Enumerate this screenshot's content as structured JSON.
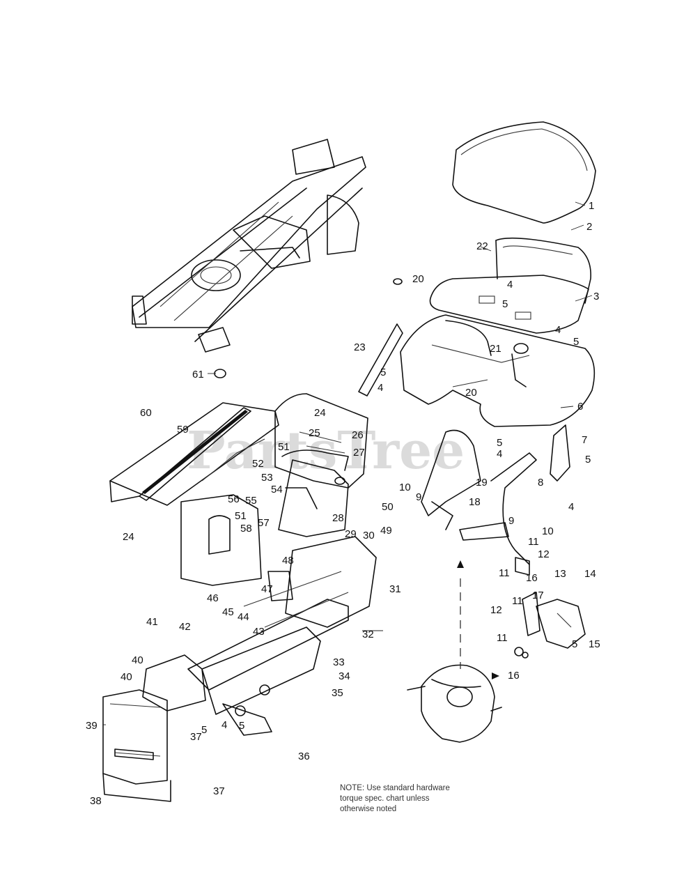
{
  "watermark": "PartsTree",
  "note": {
    "line1": "NOTE: Use standard hardware",
    "line2": "torque spec. chart unless",
    "line3": "otherwise noted"
  },
  "callouts": [
    {
      "id": "c1",
      "text": "1"
    },
    {
      "id": "c2",
      "text": "2"
    },
    {
      "id": "c3",
      "text": "3"
    },
    {
      "id": "c4a",
      "text": "4"
    },
    {
      "id": "c5a",
      "text": "5"
    },
    {
      "id": "c4b",
      "text": "4"
    },
    {
      "id": "c5b",
      "text": "5"
    },
    {
      "id": "c20a",
      "text": "20"
    },
    {
      "id": "c22",
      "text": "22"
    },
    {
      "id": "c21",
      "text": "21"
    },
    {
      "id": "c23",
      "text": "23"
    },
    {
      "id": "c5c",
      "text": "5"
    },
    {
      "id": "c4c",
      "text": "4"
    },
    {
      "id": "c20b",
      "text": "20"
    },
    {
      "id": "c6",
      "text": "6"
    },
    {
      "id": "c5d",
      "text": "5"
    },
    {
      "id": "c4d",
      "text": "4"
    },
    {
      "id": "c7",
      "text": "7"
    },
    {
      "id": "c5e",
      "text": "5"
    },
    {
      "id": "c4e",
      "text": "4"
    },
    {
      "id": "c8",
      "text": "8"
    },
    {
      "id": "c19",
      "text": "19"
    },
    {
      "id": "c18",
      "text": "18"
    },
    {
      "id": "c9a",
      "text": "9"
    },
    {
      "id": "c10a",
      "text": "10"
    },
    {
      "id": "c11a",
      "text": "11"
    },
    {
      "id": "c12a",
      "text": "12"
    },
    {
      "id": "c11b",
      "text": "11"
    },
    {
      "id": "c16a",
      "text": "16"
    },
    {
      "id": "c13",
      "text": "13"
    },
    {
      "id": "c14",
      "text": "14"
    },
    {
      "id": "c17",
      "text": "17"
    },
    {
      "id": "c11c",
      "text": "11"
    },
    {
      "id": "c12b",
      "text": "12"
    },
    {
      "id": "c5f",
      "text": "5"
    },
    {
      "id": "c15",
      "text": "15"
    },
    {
      "id": "c11d",
      "text": "11"
    },
    {
      "id": "c16b",
      "text": "16"
    },
    {
      "id": "c61",
      "text": "61"
    },
    {
      "id": "c60",
      "text": "60"
    },
    {
      "id": "c59",
      "text": "59"
    },
    {
      "id": "c24a",
      "text": "24"
    },
    {
      "id": "c25",
      "text": "25"
    },
    {
      "id": "c26",
      "text": "26"
    },
    {
      "id": "c27",
      "text": "27"
    },
    {
      "id": "c51a",
      "text": "51"
    },
    {
      "id": "c52",
      "text": "52"
    },
    {
      "id": "c53",
      "text": "53"
    },
    {
      "id": "c54",
      "text": "54"
    },
    {
      "id": "c55",
      "text": "55"
    },
    {
      "id": "c56",
      "text": "56"
    },
    {
      "id": "c28",
      "text": "28"
    },
    {
      "id": "c24b",
      "text": "24"
    },
    {
      "id": "c51b",
      "text": "51"
    },
    {
      "id": "c58",
      "text": "58"
    },
    {
      "id": "c57",
      "text": "57"
    },
    {
      "id": "c10b",
      "text": "10"
    },
    {
      "id": "c9b",
      "text": "9"
    },
    {
      "id": "c50",
      "text": "50"
    },
    {
      "id": "c49",
      "text": "49"
    },
    {
      "id": "c29",
      "text": "29"
    },
    {
      "id": "c30",
      "text": "30"
    },
    {
      "id": "c31",
      "text": "31"
    },
    {
      "id": "c48",
      "text": "48"
    },
    {
      "id": "c47",
      "text": "47"
    },
    {
      "id": "c46",
      "text": "46"
    },
    {
      "id": "c45",
      "text": "45"
    },
    {
      "id": "c44",
      "text": "44"
    },
    {
      "id": "c42",
      "text": "42"
    },
    {
      "id": "c41",
      "text": "41"
    },
    {
      "id": "c43",
      "text": "43"
    },
    {
      "id": "c32",
      "text": "32"
    },
    {
      "id": "c40a",
      "text": "40"
    },
    {
      "id": "c40b",
      "text": "40"
    },
    {
      "id": "c33",
      "text": "33"
    },
    {
      "id": "c34",
      "text": "34"
    },
    {
      "id": "c35",
      "text": "35"
    },
    {
      "id": "c39",
      "text": "39"
    },
    {
      "id": "c5g",
      "text": "5"
    },
    {
      "id": "c4f",
      "text": "4"
    },
    {
      "id": "c5h",
      "text": "5"
    },
    {
      "id": "c37a",
      "text": "37"
    },
    {
      "id": "c36",
      "text": "36"
    },
    {
      "id": "c38",
      "text": "38"
    },
    {
      "id": "c37b",
      "text": "37"
    }
  ]
}
